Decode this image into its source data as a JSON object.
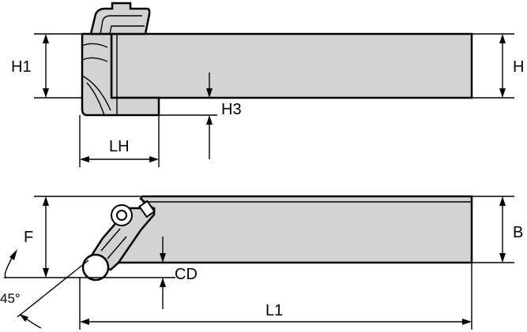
{
  "labels": {
    "h1": "H1",
    "h": "H",
    "h3": "H3",
    "lh": "LH",
    "f": "F",
    "b": "B",
    "cd": "CD",
    "l1": "L1",
    "angle": "45°"
  },
  "colors": {
    "body": "#d3d3d3",
    "line": "#000000",
    "background": "#ffffff"
  }
}
